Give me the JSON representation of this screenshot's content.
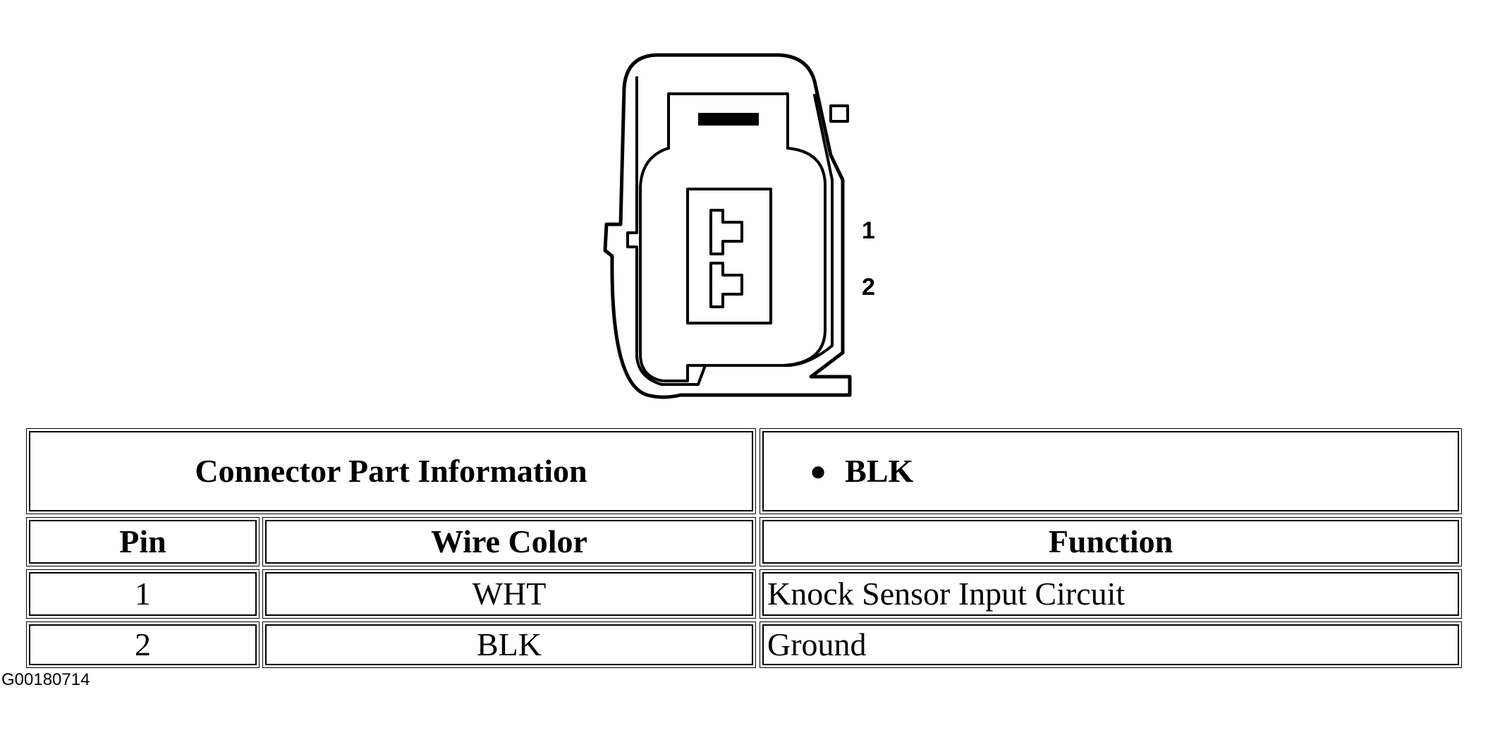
{
  "diagram": {
    "pin_labels": [
      "1",
      "2"
    ]
  },
  "table": {
    "part_info_label": "Connector Part Information",
    "part_info_value": "BLK",
    "headers": {
      "pin": "Pin",
      "wire_color": "Wire Color",
      "function": "Function"
    },
    "rows": [
      {
        "pin": "1",
        "wire_color": "WHT",
        "function": "Knock Sensor Input Circuit"
      },
      {
        "pin": "2",
        "wire_color": "BLK",
        "function": "Ground"
      }
    ]
  },
  "figure_id": "G00180714"
}
